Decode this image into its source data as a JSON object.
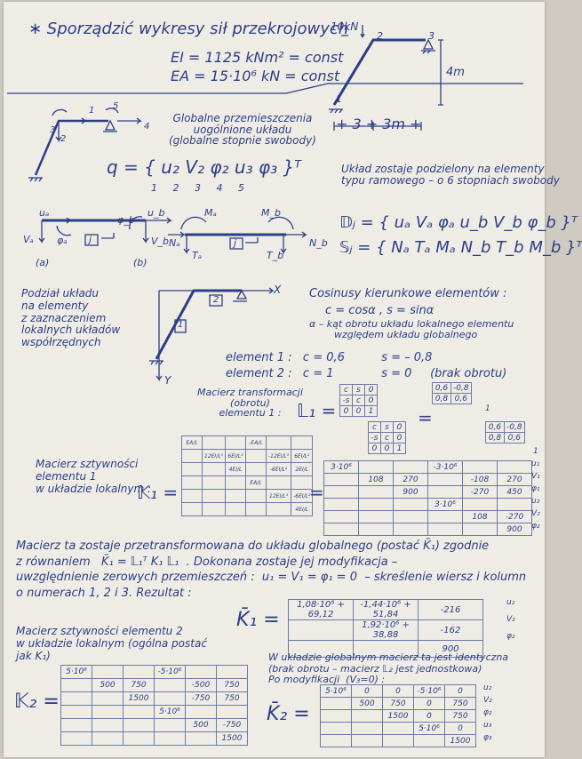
{
  "title": "∗ Sporządzić wykresy sił przekrojowych",
  "props": {
    "ei": "EI = 1125 kNm² = const",
    "ea": "EA = 15·10⁶ kN = const"
  },
  "frame": {
    "load": "10kN",
    "n1": "1",
    "n2": "2",
    "n3": "3",
    "height": "4m",
    "dims": "+ 3 + 3m +"
  },
  "dof": {
    "small_labels": [
      "3",
      "2",
      "1",
      "5",
      "4"
    ],
    "title": "Globalne przemieszczenia\nuogólnione układu\n(globalne stopnie swobody)",
    "q_label": "q = { u₂  V₂  φ₂  u₃  φ₃ }ᵀ",
    "q_nums": "1     2     3     4     5"
  },
  "division_note": "Układ zostaje podzielony na elementy\ntypu ramowego – o 6 stopniach swobody",
  "elem": {
    "ua": "uₐ",
    "ub": "u_b",
    "va": "Vₐ",
    "vb": "V_b",
    "phia": "φₐ",
    "phib": "φ_b",
    "a": "(a)",
    "b": "(b)",
    "j": "j",
    "ma": "Mₐ",
    "mb": "M_b",
    "na": "Nₐ",
    "nb": "N_b",
    "ta": "Tₐ",
    "tb": "T_b",
    "dj": "𝔻ⱼ = { uₐ Vₐ φₐ u_b V_b φ_b }ᵀ",
    "sj": "𝕊ⱼ = { Nₐ Tₐ Mₐ N_b T_b M_b }ᵀ"
  },
  "split": {
    "left": "Podział układu\nna elementy\nz zaznaczeniem\nlokalnych układów\nwspółrzędnych",
    "e2": "2",
    "e1": "1",
    "x": "X",
    "y": "Y"
  },
  "cosines": {
    "title": "Cosinusy kierunkowe elementów :",
    "def": "c = cosα ,   s = sinα",
    "alpha": "α – kąt obrotu układu lokalnego elementu\n        względem układu globalnego",
    "e1": "element 1 :   c = 0,6          s = – 0,8",
    "e2": "element 2 :   c = 1             s = 0     (brak obrotu)"
  },
  "transform": {
    "label": "Macierz transformacji\n(obrotu)\nelementu 1 :",
    "L1": "𝕃₁ =",
    "a": [
      [
        "c",
        "s",
        "0"
      ],
      [
        "-s",
        "c",
        "0"
      ],
      [
        "0",
        "0",
        "1"
      ]
    ],
    "b": [
      [
        "0,6",
        "-0,8"
      ],
      [
        "0,8",
        "0,6"
      ]
    ],
    "c": [
      [
        "0,6",
        "-0,8"
      ],
      [
        "0,8",
        "0,6"
      ]
    ],
    "one": "1"
  },
  "k1": {
    "label": "Macierz sztywności\nelementu 1\nw układzie lokalnym :",
    "eq": "𝕂₁ =",
    "sym": [
      [
        "EA/L",
        "",
        "",
        "-EA/L",
        "",
        ""
      ],
      [
        "",
        "12EI/L³",
        "6EI/L²",
        "",
        "-12EI/L³",
        "6EI/L²"
      ],
      [
        "",
        "",
        "4EI/L",
        "",
        "-6EI/L²",
        "2EI/L"
      ],
      [
        "",
        "",
        "",
        "EA/L",
        "",
        ""
      ],
      [
        "",
        "",
        "",
        "",
        "12EI/L³",
        "-6EI/L²"
      ],
      [
        "",
        "",
        "",
        "",
        "",
        "4EI/L"
      ]
    ],
    "num": [
      [
        "3·10⁶",
        "",
        "",
        "-3·10⁶",
        "",
        ""
      ],
      [
        "",
        "108",
        "270",
        "",
        "-108",
        "270"
      ],
      [
        "",
        "",
        "900",
        "",
        "-270",
        "450"
      ],
      [
        "",
        "",
        "",
        "3·10⁶",
        "",
        ""
      ],
      [
        "",
        "",
        "",
        "",
        "108",
        "-270"
      ],
      [
        "",
        "",
        "",
        "",
        "",
        "900"
      ]
    ],
    "side": [
      "u₁",
      "V₁",
      "φ₁",
      "u₂",
      "V₂",
      "φ₂"
    ]
  },
  "global_text": "Macierz ta zostaje przetransformowana do układu globalnego (postać K̄₁) zgodnie\nz równaniem   K̄₁ = 𝕃₁ᵀ K₁ 𝕃₁  . Dokonana zostaje jej modyfikacja –\nuwzględnienie zerowych przemieszczeń :  u₁ = V₁ = φ₁ = 0  – skreślenie wiersz i kolumn\no numerach 1, 2 i 3. Rezultat :",
  "k1bar": {
    "eq": "K̄₁ =",
    "rows": [
      [
        "1,08·10⁶ + 69,12",
        "-1,44·10⁶ + 51,84",
        "-216"
      ],
      [
        "",
        "1,92·10⁶ + 38,88",
        "-162"
      ],
      [
        "",
        "",
        "900"
      ]
    ],
    "side": [
      "u₂",
      "V₂",
      "φ₂"
    ]
  },
  "k2": {
    "label": "Macierz sztywności elementu 2\nw układzie lokalnym (ogólna postać\njak K₁)",
    "eq": "𝕂₂ =",
    "rows": [
      [
        "5·10⁶",
        "",
        "",
        "-5·10⁶",
        "",
        ""
      ],
      [
        "",
        "500",
        "750",
        "",
        "-500",
        "750"
      ],
      [
        "",
        "",
        "1500",
        "",
        "-750",
        "750"
      ],
      [
        "",
        "",
        "",
        "5·10⁶",
        "",
        ""
      ],
      [
        "",
        "",
        "",
        "",
        "500",
        "-750"
      ],
      [
        "",
        "",
        "",
        "",
        "",
        "1500"
      ]
    ]
  },
  "k2note": "W układzie globalnym macierz ta jest identyczna\n(brak obrotu – macierz 𝕃₂ jest jednostkowa)\nPo modyfikacji  (V₃=0) :",
  "k2bar": {
    "eq": "K̄₂ =",
    "rows": [
      [
        "5·10⁶",
        "0",
        "0",
        "-5·10⁶",
        "0"
      ],
      [
        "",
        "500",
        "750",
        "0",
        "750"
      ],
      [
        "",
        "",
        "1500",
        "0",
        "750"
      ],
      [
        "",
        "",
        "",
        "5·10⁶",
        "0"
      ],
      [
        "",
        "",
        "",
        "",
        "1500"
      ]
    ],
    "side": [
      "u₂",
      "V₂",
      "φ₂",
      "u₃",
      "φ₃"
    ]
  },
  "colors": {
    "ink": "#2b3f86",
    "paper": "#efece6",
    "pencil": "#222222"
  }
}
